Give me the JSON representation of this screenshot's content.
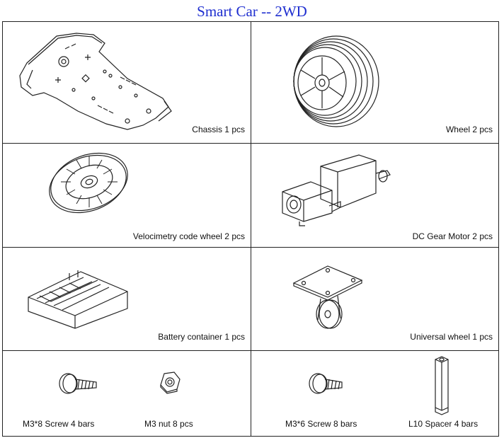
{
  "title": "Smart Car -- 2WD",
  "items": {
    "chassis": "Chassis 1 pcs",
    "wheel": "Wheel 2 pcs",
    "code_wheel": "Velocimetry code wheel 2 pcs",
    "motor": "DC Gear Motor 2 pcs",
    "battery": "Battery container 1 pcs",
    "universal_wheel": "Universal wheel 1 pcs",
    "screw_m3x8": "M3*8 Screw 4 bars",
    "nut_m3": "M3 nut 8 pcs",
    "screw_m3x6": "M3*6 Screw 8 bars",
    "spacer": "L10 Spacer 4 bars"
  }
}
